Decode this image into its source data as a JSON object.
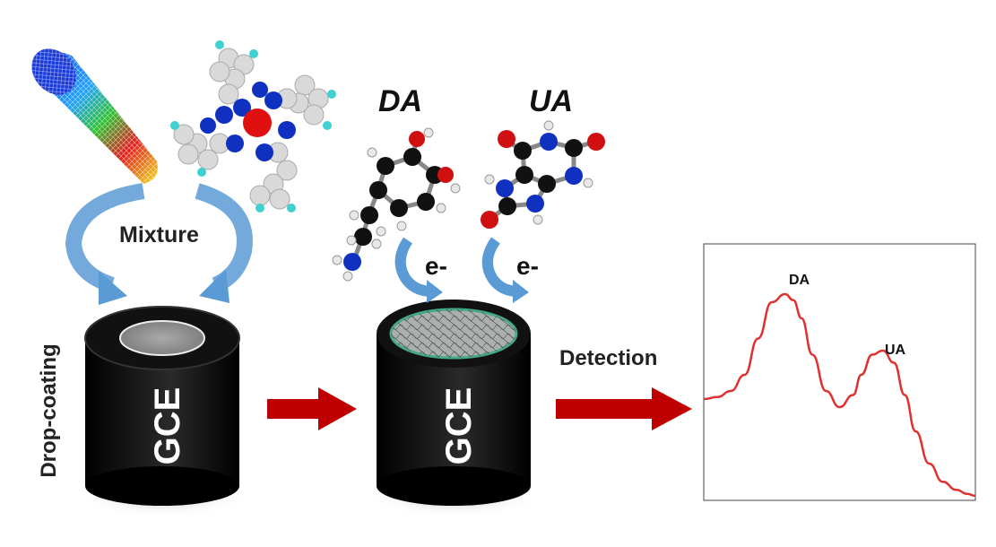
{
  "labels": {
    "mixture": "Mixture",
    "drop_coating": "Drop-coating",
    "electrode1": "GCE",
    "electrode2": "GCE",
    "detection": "Detection",
    "da_molecule": "DA",
    "ua_molecule": "UA",
    "electron1": "e-",
    "electron2": "e-",
    "peak_da": "DA",
    "peak_ua": "UA"
  },
  "colors": {
    "arrow_red": "#c00000",
    "curved_arrow_blue": "#5b9bd5",
    "electrode_black": "#0a0a0a",
    "curve_red": "#e03030",
    "carbon_atom": "#111111",
    "oxygen_atom": "#d01010",
    "nitrogen_atom": "#1030c0",
    "hydrogen_atom": "#e8e8e8"
  },
  "chart_data": {
    "type": "line",
    "series": [
      {
        "x": [
          0,
          5,
          10,
          15,
          20,
          25,
          30,
          33,
          36,
          40,
          45,
          50,
          55,
          58,
          62,
          66,
          70,
          74,
          78,
          83,
          88,
          93,
          97,
          100
        ],
        "y": [
          0.48,
          0.49,
          0.52,
          0.6,
          0.78,
          0.96,
          1.0,
          0.97,
          0.88,
          0.7,
          0.52,
          0.44,
          0.5,
          0.6,
          0.7,
          0.72,
          0.66,
          0.5,
          0.32,
          0.16,
          0.07,
          0.03,
          0.01,
          0.0
        ]
      }
    ],
    "annotations": [
      "DA",
      "UA"
    ],
    "xlabel": "",
    "ylabel": "",
    "grid": false
  }
}
